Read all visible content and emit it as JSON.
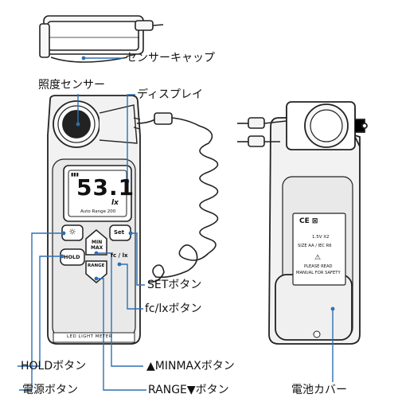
{
  "colors": {
    "leader_line": "#2f6fb3",
    "outline": "#222222",
    "body_fill": "#f4f4f4",
    "screen_fill": "#ffffff"
  },
  "callouts": {
    "sensor_cap": "センサーキャップ",
    "light_sensor": "照度センサー",
    "display": "ディスプレイ",
    "set_button": "SETボタン",
    "fc_lx_button": "fc/lxボタン",
    "hold_button": "HOLDボタン",
    "minmax_button": "▲MINMAXボタン",
    "power_button": "電源ボタン",
    "range_button": "RANGE▼ボタン",
    "battery_cover": "電池カバー"
  },
  "device": {
    "lcd_value": "53.1",
    "lcd_unit": "lx",
    "lcd_mode": "Auto Range 200",
    "power_symbol": "☼",
    "minmax_label_1": "MIN",
    "minmax_label_2": "MAX",
    "set_label": "Set",
    "hold_label": "HOLD",
    "fc_lx_label": "fc / lx",
    "range_label": "RANGE",
    "model_label": "LED LIGHT METER"
  },
  "back_label": {
    "marks": "CE  ⊠",
    "battery": "1.5V X2",
    "size": "SIZE AA / IEC R6",
    "warning_icon": "⚠",
    "notice_1": "PLEASE READ",
    "notice_2": "MANUAL FOR SAFETY"
  }
}
